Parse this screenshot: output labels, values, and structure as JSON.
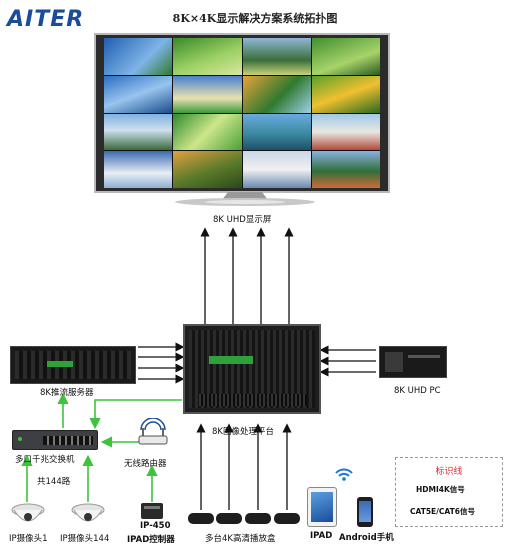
{
  "logo": "AITER",
  "title": "8K×4K显示解决方案系统拓扑图",
  "nodes": {
    "screen": "8K UHD显示屏",
    "processor": "8K图像处理平台",
    "server": "8K推流服务器",
    "pc": "8K UHD PC",
    "switch": "多口千兆交换机",
    "router": "无线路由器",
    "channels": "共144路",
    "camera1": "IP摄像头1",
    "camera144": "IP摄像头144",
    "ipad_controller_model": "IP-450",
    "ipad_controller": "IPAD控制器",
    "players": "多台4K高清播放盒",
    "ipad": "IPAD",
    "android": "Android手机"
  },
  "legend": {
    "title": "标识线",
    "hdmi": "HDMI4K信号",
    "cat": "CAT5E/CAT6信号"
  },
  "colors": {
    "hdmi_line": "#111111",
    "cat_line": "#3cc43c",
    "legend_title": "#e03030",
    "logo": "#1a4c9c"
  }
}
